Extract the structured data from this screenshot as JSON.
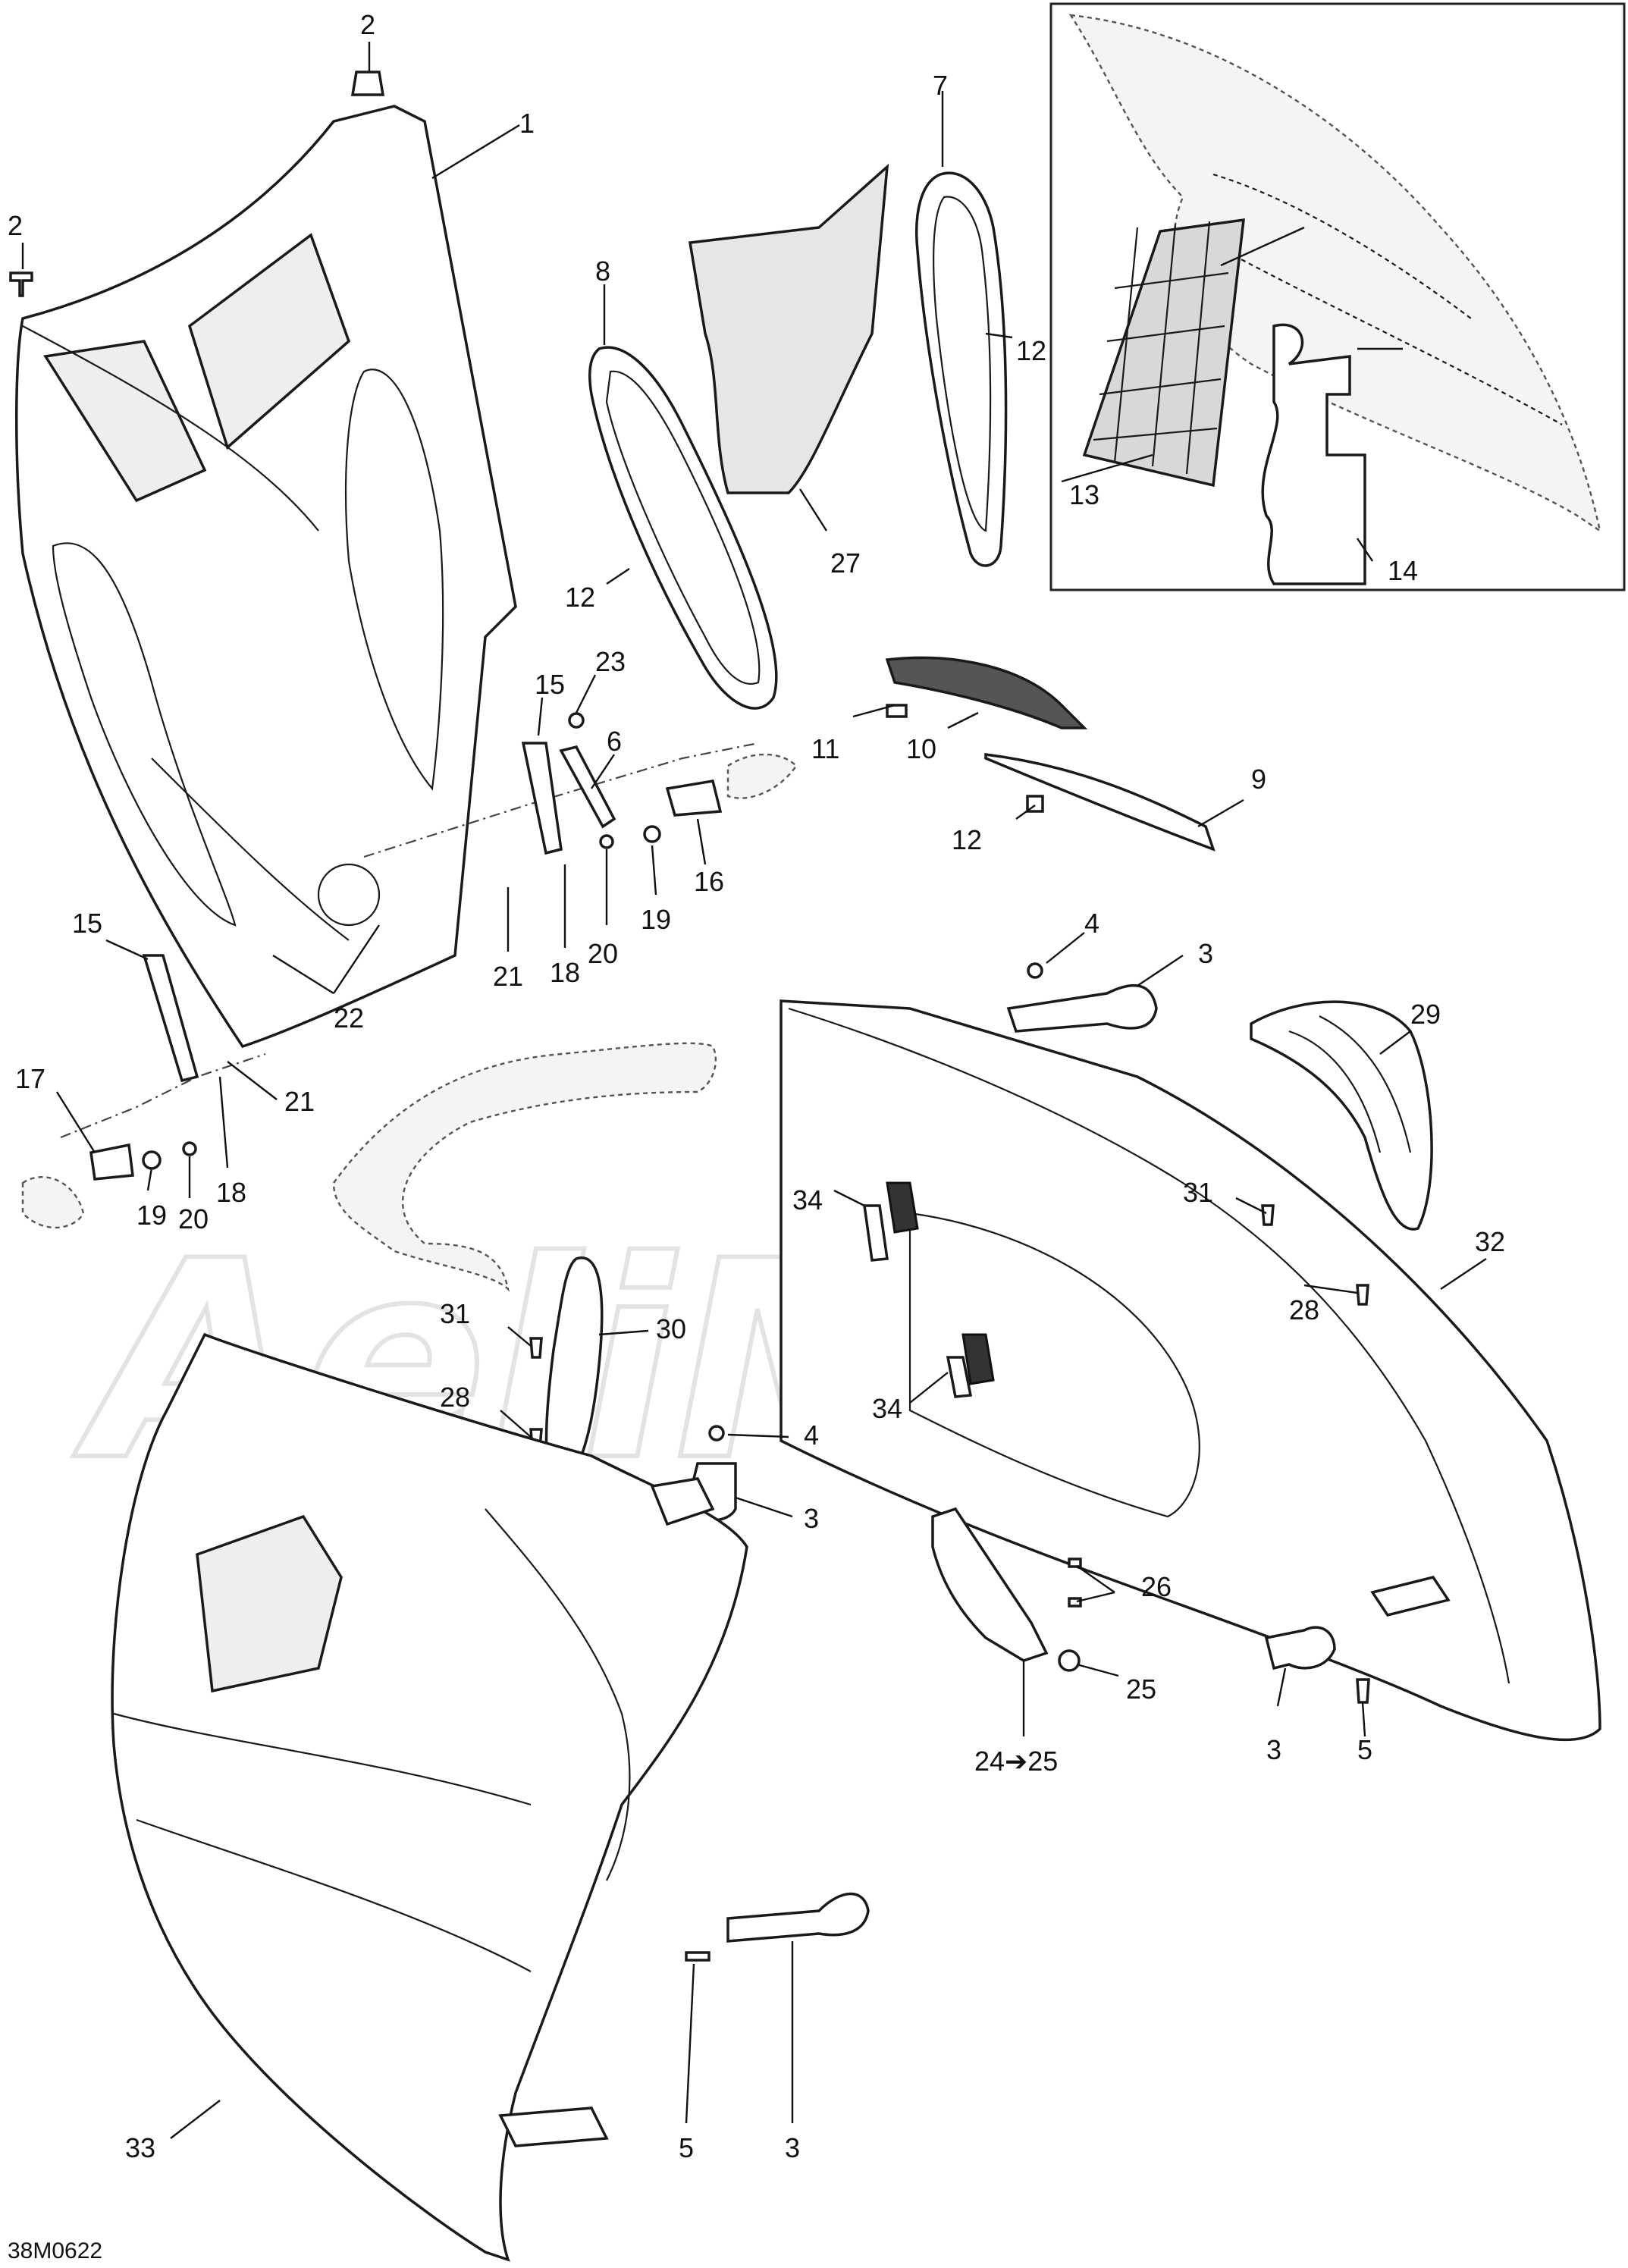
{
  "diagram": {
    "code": "38M0622",
    "watermark": "AeliMoto",
    "callouts": {
      "c1": "1",
      "c2a": "2",
      "c2b": "2",
      "c3a": "3",
      "c3b": "3",
      "c3c": "3",
      "c3d": "3",
      "c4a": "4",
      "c4b": "4",
      "c5a": "5",
      "c5b": "5",
      "c6": "6",
      "c7": "7",
      "c8": "8",
      "c9": "9",
      "c10": "10",
      "c11": "11",
      "c12a": "12",
      "c12b": "12",
      "c12c": "12",
      "c13": "13",
      "c14": "14",
      "c15a": "15",
      "c15b": "15",
      "c16": "16",
      "c17": "17",
      "c18a": "18",
      "c18b": "18",
      "c19a": "19",
      "c19b": "19",
      "c20a": "20",
      "c20b": "20",
      "c21a": "21",
      "c21b": "21",
      "c22": "22",
      "c23": "23",
      "c24": "24➔25",
      "c25": "25",
      "c26": "26",
      "c27": "27",
      "c28a": "28",
      "c28b": "28",
      "c29": "29",
      "c30": "30",
      "c31a": "31",
      "c31b": "31",
      "c32": "32",
      "c33": "33",
      "c34a": "34",
      "c34b": "34"
    }
  }
}
